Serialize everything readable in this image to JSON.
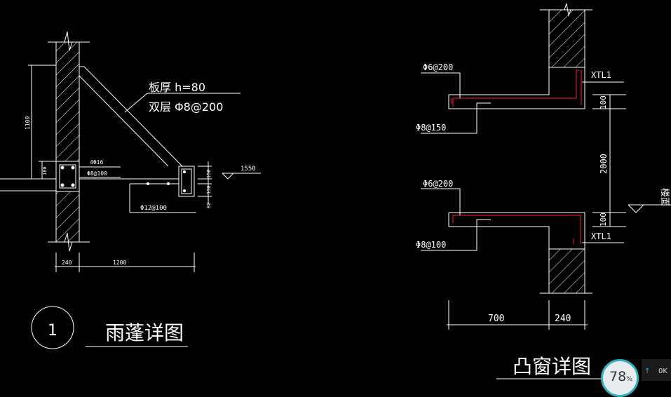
{
  "colors": {
    "background": "#000000",
    "line": "#ffffff",
    "rebar": "#ff2020",
    "hatch": "#ffffff"
  },
  "canopy_detail": {
    "slab_thickness": "板厚 h=80",
    "double_layer_rebar": "双层 Φ8@200",
    "beam_main_bars": "4Φ16",
    "beam_stirrups": "Φ8@100",
    "bottom_rebar": "Φ12@100",
    "dim_height": "1100",
    "dim_180": "180",
    "dim_150": "150",
    "dim_130": "130",
    "dim_80": "80",
    "elevation": "1550",
    "dim_wall": "240",
    "dim_span": "1200",
    "detail_number": "1",
    "title": "雨蓬详图"
  },
  "bay_window_detail": {
    "upper_top_rebar": "Φ6@200",
    "upper_bottom_rebar": "Φ8@150",
    "lower_top_rebar": "Φ6@200",
    "lower_bottom_rebar": "Φ8@100",
    "lintel_upper": "XTL1",
    "lintel_lower": "XTL1",
    "dim_100_top": "100",
    "dim_2000": "2000",
    "dim_100_bottom": "100",
    "floor_label": "楼面",
    "dim_700": "700",
    "dim_240": "240",
    "title": "凸窗详图"
  },
  "status_widget": {
    "percent": "78",
    "percent_unit": "%",
    "net_rate": "0K",
    "upload_icon": "arrow-up-icon"
  }
}
